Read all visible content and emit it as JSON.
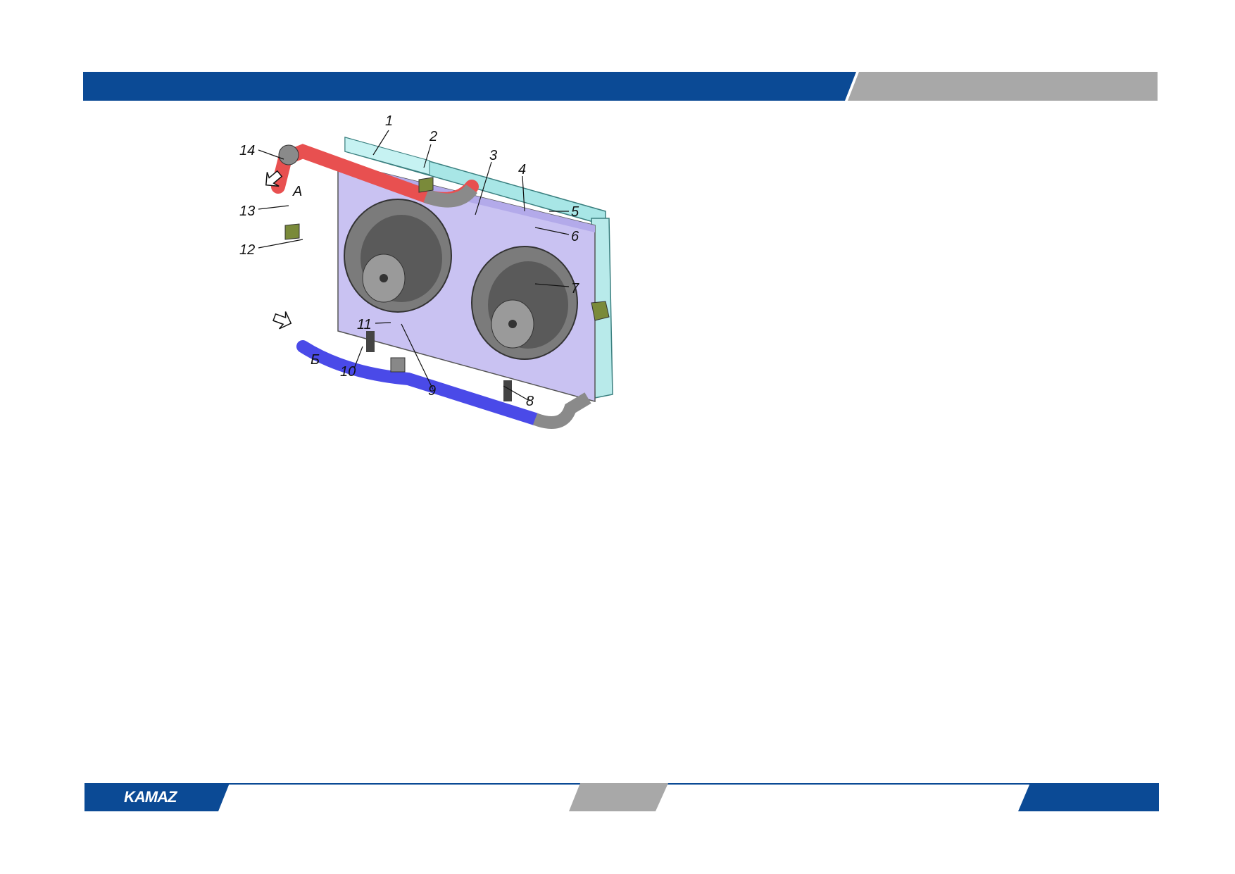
{
  "brand": {
    "logo_text": "KAMAZ"
  },
  "colors": {
    "brand_blue": "#0B4A95",
    "band_gray": "#A8A8A8"
  },
  "figure": {
    "callouts": [
      "1",
      "2",
      "3",
      "4",
      "5",
      "6",
      "7",
      "8",
      "9",
      "10",
      "11",
      "12",
      "13",
      "14"
    ],
    "flow_labels": {
      "inlet": "А",
      "outlet": "Б"
    }
  }
}
